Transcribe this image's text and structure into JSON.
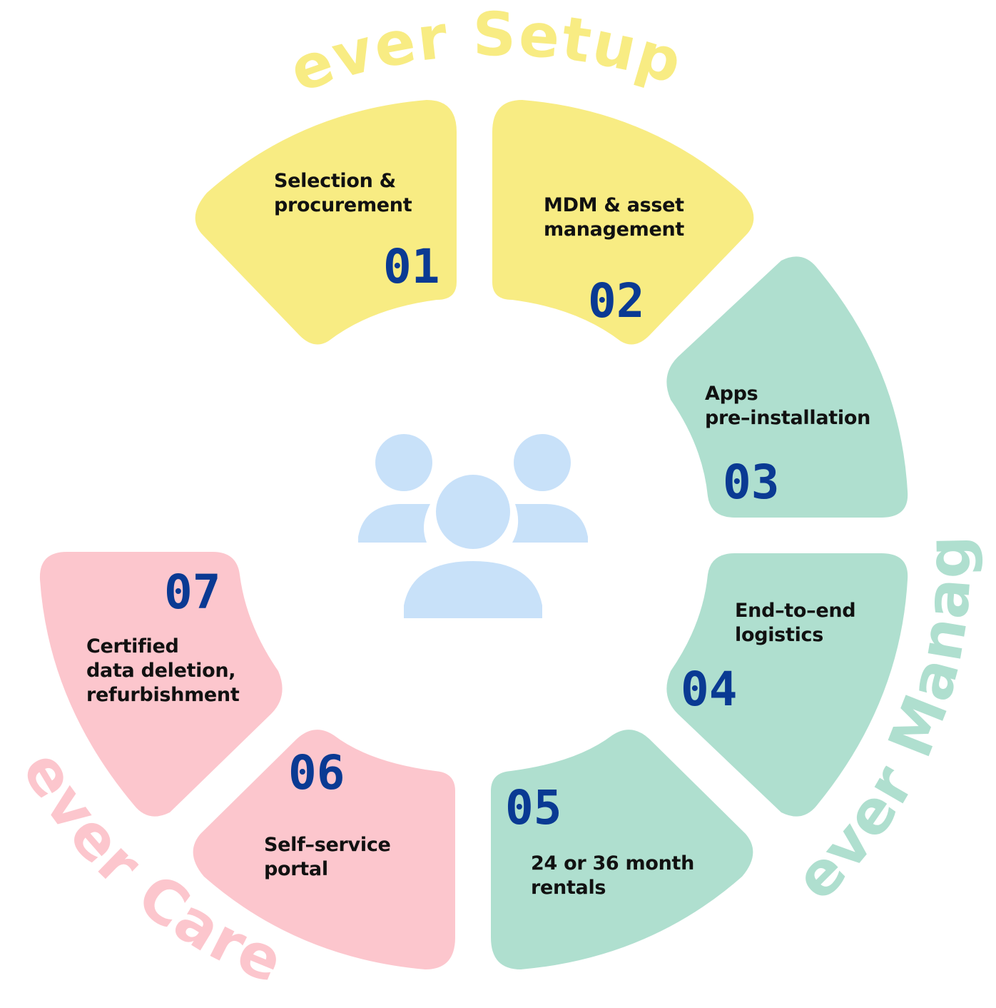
{
  "colors": {
    "setup": "#f8ec83",
    "manage": "#afdfcf",
    "care": "#fcc6cd",
    "number": "#0a3a93",
    "people": "#c8e1f9",
    "text": "#111111"
  },
  "arc_labels": {
    "setup": "ever Setup",
    "manage": "ever Manage",
    "care": "ever Care"
  },
  "center_icon": "people-group-icon",
  "steps": [
    {
      "number": "01",
      "lines": [
        "Selection &",
        "procurement"
      ],
      "group": "setup"
    },
    {
      "number": "02",
      "lines": [
        "MDM & asset",
        "management"
      ],
      "group": "setup"
    },
    {
      "number": "03",
      "lines": [
        "Apps",
        "pre–installation"
      ],
      "group": "manage"
    },
    {
      "number": "04",
      "lines": [
        "End–to–end",
        "logistics"
      ],
      "group": "manage"
    },
    {
      "number": "05",
      "lines": [
        "24 or 36 month",
        "rentals"
      ],
      "group": "manage"
    },
    {
      "number": "06",
      "lines": [
        "Self–service",
        "portal"
      ],
      "group": "care"
    },
    {
      "number": "07",
      "lines": [
        "Certified",
        "data deletion,",
        "refurbishment"
      ],
      "group": "care"
    }
  ]
}
